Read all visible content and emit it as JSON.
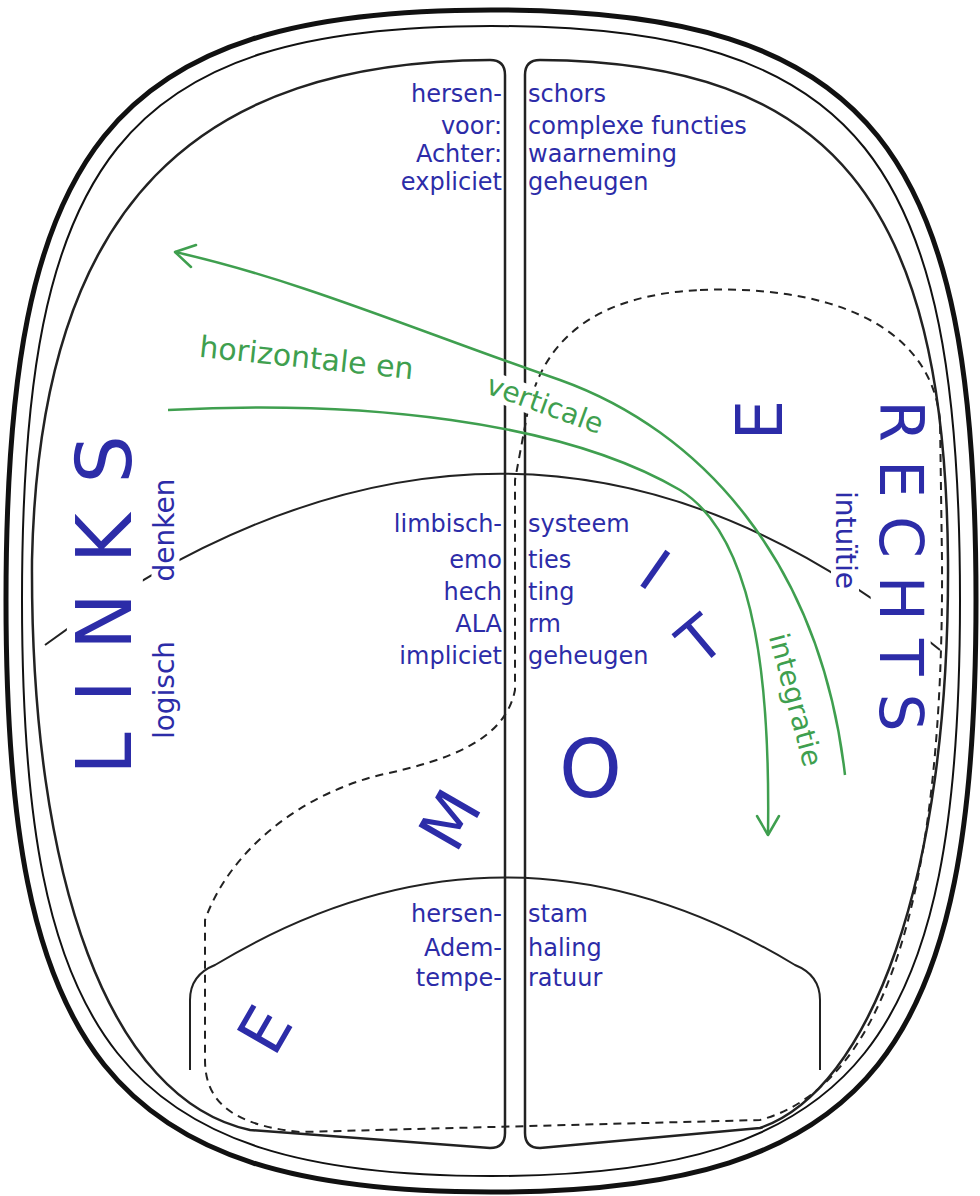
{
  "diagram": {
    "nodes": [
      {
        "text": [
          "hersen-",
          "schors",
          "voor:",
          "complexe functies",
          "Achter:",
          "waarneming",
          "expliciet",
          "geheugen"
        ]
      },
      {
        "text": [
          "limbisch-",
          "systeem",
          "emo",
          "ties",
          "hech",
          "ting",
          "ALA",
          "rm",
          "impliciet",
          "geheugen"
        ]
      },
      {
        "text": [
          "hersen-",
          "stam",
          "Adem-",
          "haling",
          "tempe-",
          "ratuur"
        ]
      }
    ],
    "labels": [
      "LINKS",
      "logisch",
      "denken",
      "RECHTS",
      "intuïtie",
      "horizontale en",
      "verticale",
      "integratie",
      "E",
      "I",
      "T",
      "O",
      "M",
      "E"
    ]
  }
}
